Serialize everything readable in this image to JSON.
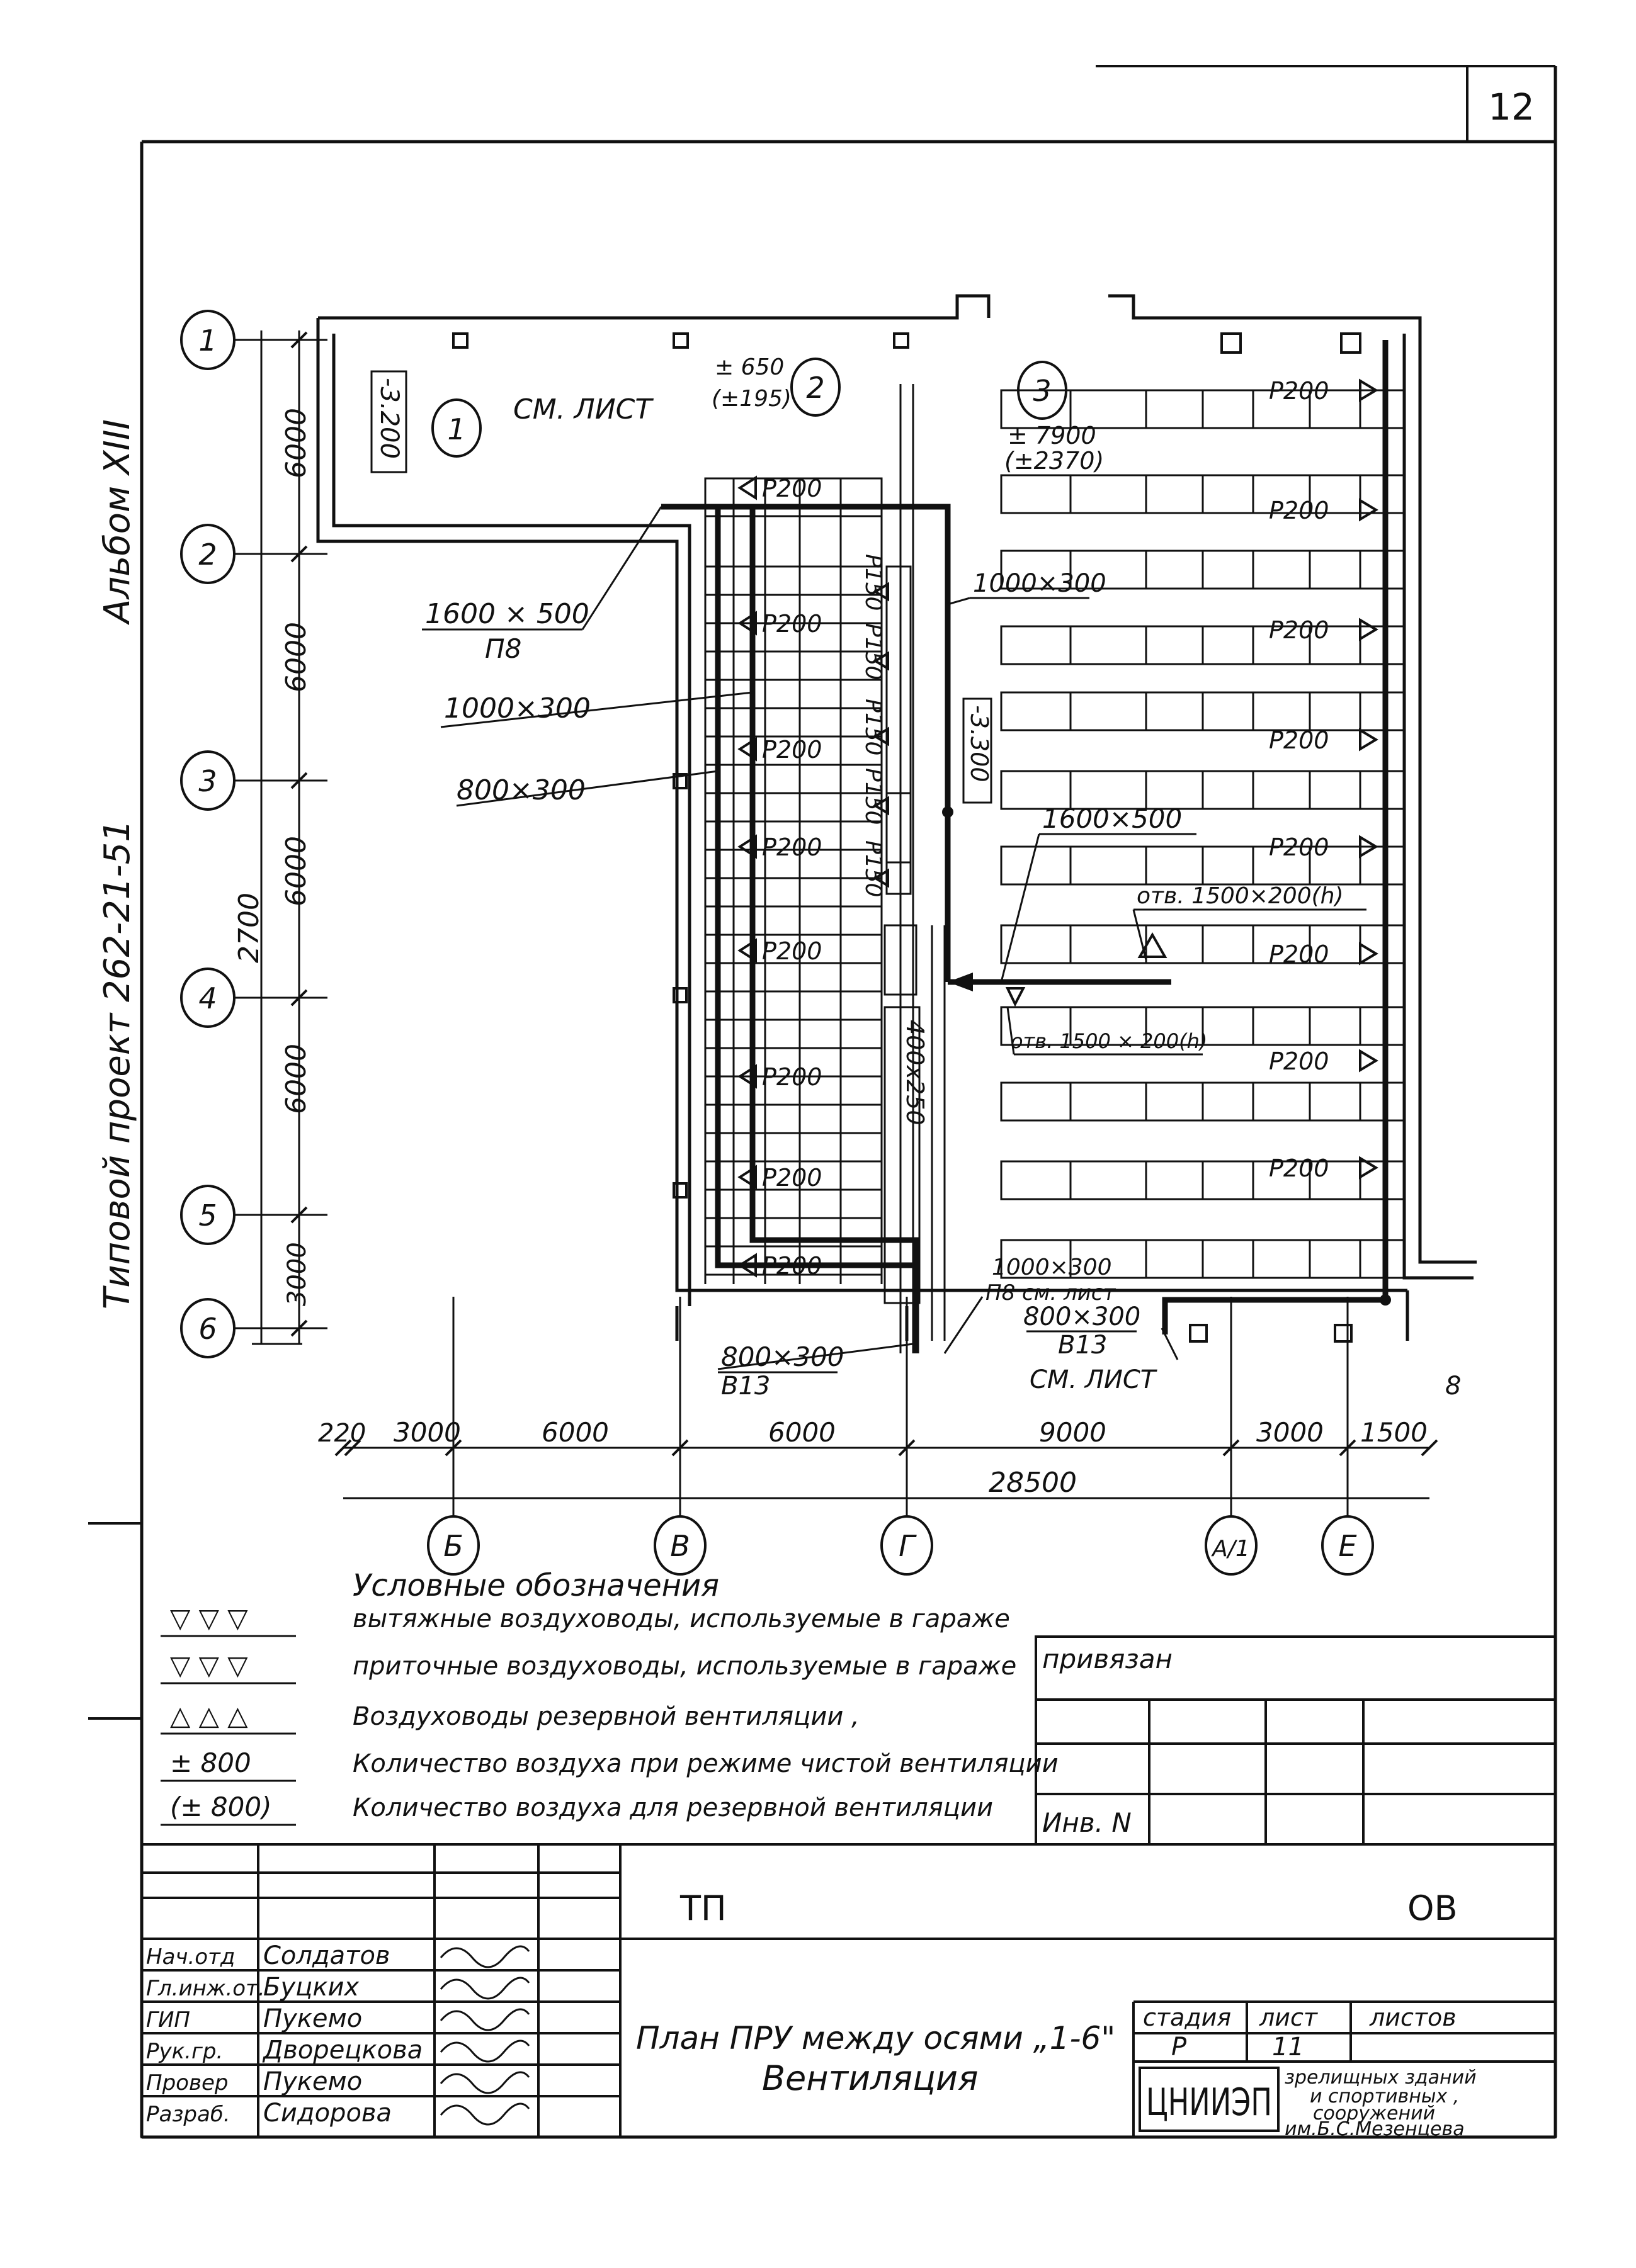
{
  "sheet_number": "12",
  "side_text": {
    "project": "Типовой проект 262-21-51",
    "album": "Альбом XIII"
  },
  "axes_rows": [
    "1",
    "2",
    "3",
    "4",
    "5",
    "6"
  ],
  "axes_cols": [
    "Б",
    "В",
    "Г",
    "А/1",
    "Е"
  ],
  "rooms": {
    "r1": "1",
    "r2": "2",
    "r3": "3",
    "see_sheet": "СМ. ЛИСТ",
    "level_left": "-3.200",
    "level_mid": "-3.300"
  },
  "air_values": {
    "room2_clean": "± 650",
    "room2_reserve": "(±195)",
    "room3_clean": "± 7900",
    "room3_reserve": "(±2370)"
  },
  "ducts": {
    "d1": "1600 × 500",
    "d1_tag": "П8",
    "d2": "1000×300",
    "d3": "800×300",
    "d4": "1000×300",
    "d5": "1600×500",
    "opening1": "отв. 1500×200(h)",
    "opening2": "отв. 1500 × 200(h)",
    "d6": "1000×300",
    "d6_tag": "П8 см. лист",
    "d7": "800×300",
    "d7_tag": "В13",
    "d8": "800×300",
    "d8_tag": "В13",
    "see_sheet2": "СМ. ЛИСТ",
    "d9": "400х250"
  },
  "grilles": {
    "p200": "Р200",
    "p150": "Р150"
  },
  "dimensions": {
    "vertical": [
      "6000",
      "6000",
      "6000",
      "6000",
      "3000"
    ],
    "vertical_total": "2700",
    "horizontal": [
      "220",
      "3000",
      "6000",
      "6000",
      "9000",
      "3000",
      "1500"
    ],
    "horizontal_total": "28500",
    "end_mark": "8"
  },
  "legend": {
    "title": "Условные обозначения",
    "items": [
      {
        "symbol": "▽ ▽ ▽",
        "text": "вытяжные воздуховоды, используемые в гараже"
      },
      {
        "symbol": "▽ ▽ ▽",
        "text": "приточные воздуховоды, используемые в гараже"
      },
      {
        "symbol": "△ △ △",
        "text": "Воздуховоды резервной вентиляции ,"
      },
      {
        "symbol": "± 800",
        "text": "Количество воздуха при режиме чистой вентиляции"
      },
      {
        "symbol": "(± 800)",
        "text": "Количество воздуха для резервной вентиляции"
      }
    ]
  },
  "approval": {
    "bound": "привязан",
    "inv": "Инв. N"
  },
  "title_block": {
    "code_left": "ТП",
    "code_right": "ОВ",
    "roles": [
      "Нач.отд",
      "Гл.инж.от.",
      "ГИП",
      "Рук.гр.",
      "Провер",
      "Разраб."
    ],
    "names": [
      "Солдатов",
      "Буцких",
      "Пукемо",
      "Дворецкова",
      "Пукемо",
      "Сидорова"
    ],
    "title_line1": "План ПРУ между осями „1-6\"",
    "title_line2": "Вентиляция",
    "stage_label": "стадия",
    "sheet_label": "лист",
    "sheets_label": "листов",
    "stage": "Р",
    "sheet": "11",
    "org_logo": "ЦНИИЭП",
    "org_text": [
      "зрелищных зданий",
      "и спортивных ,",
      "сооружений",
      "им.Б.С.Мезенцева"
    ]
  }
}
